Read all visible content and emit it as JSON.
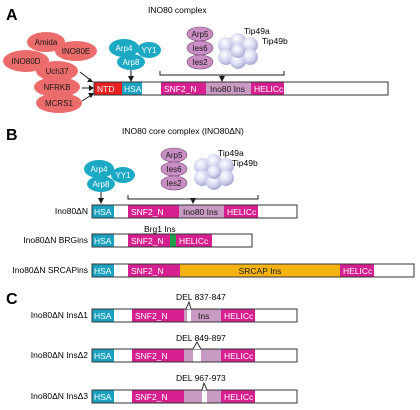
{
  "panels": {
    "a": "A",
    "b": "B",
    "c": "C"
  },
  "a": {
    "title": "INO80 complex",
    "red_subunits": [
      "Amida",
      "INO80E",
      "INO80D",
      "Uch37",
      "NFRKB",
      "MCRS1"
    ],
    "teal_subunits": [
      "Arp4",
      "YY1",
      "Arp8"
    ],
    "purple_subunits": [
      "Arp5",
      "Ies6",
      "Ies2"
    ],
    "tip49a": "Tip49a",
    "tip49b": "Tip49b",
    "domains": {
      "ntd": "NTD",
      "hsa": "HSA",
      "snf2n": "SNF2_N",
      "ins": "Ino80 Ins",
      "helicc": "HELICc"
    }
  },
  "b": {
    "title": "INO80 core complex (INO80ΔN)",
    "teal_subunits": [
      "Arp4",
      "YY1",
      "Arp8"
    ],
    "purple_subunits": [
      "Arp5",
      "Ies6",
      "Ies2"
    ],
    "tip49a": "Tip49a",
    "tip49b": "Tip49b",
    "constructs": [
      {
        "name": "Ino80ΔN",
        "hsa": "HSA",
        "snf2n": "SNF2_N",
        "ins": "Ino80 Ins",
        "helicc": "HELICc"
      },
      {
        "name": "Ino80ΔN BRGins",
        "hsa": "HSA",
        "snf2n": "SNF2_N",
        "insert_label": "Brg1 Ins",
        "helicc": "HELICc"
      },
      {
        "name": "Ino80ΔN SRCAPins",
        "hsa": "HSA",
        "snf2n": "SNF2_N",
        "ins": "SRCAP Ins",
        "helicc": "HELICc"
      }
    ]
  },
  "c": {
    "constructs": [
      {
        "name": "Ino80ΔN InsΔ1",
        "deletion": "DEL 837-847",
        "hsa": "HSA",
        "snf2n": "SNF2_N",
        "ins": "Ins",
        "helicc": "HELICc"
      },
      {
        "name": "Ino80ΔN InsΔ2",
        "deletion": "DEL 849-897",
        "hsa": "HSA",
        "snf2n": "SNF2_N",
        "helicc": "HELICc"
      },
      {
        "name": "Ino80ΔN InsΔ3",
        "deletion": "DEL 967-973",
        "hsa": "HSA",
        "snf2n": "SNF2_N",
        "helicc": "HELICc"
      }
    ]
  },
  "colors": {
    "red_subunit": "#ec6b6b",
    "teal_subunit": "#1ba9c4",
    "purple_subunit": "#c98fc4",
    "ntd": "#e8201f",
    "hsa": "#1aa1c0",
    "snf2n": "#d6208f",
    "ins": "#c99ac3",
    "helicc": "#d6208f",
    "srcap": "#f5b312",
    "brg1": "#21a04a",
    "tip": "#c6c7e6"
  }
}
